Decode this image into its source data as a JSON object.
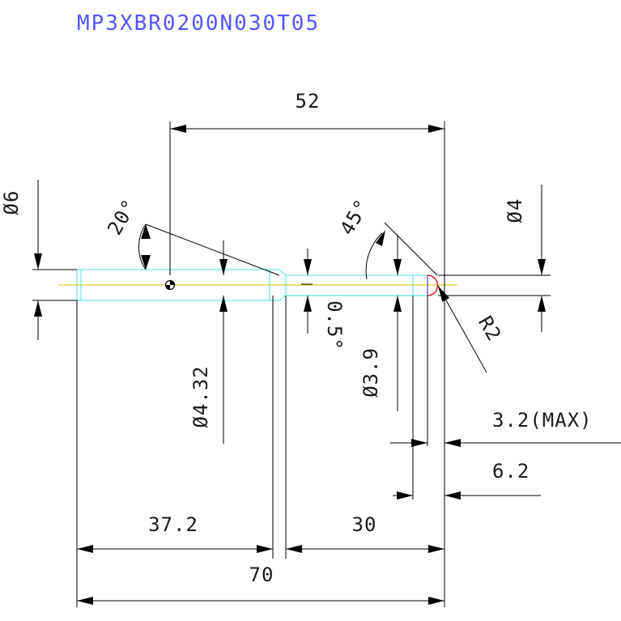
{
  "part_number": "MP3XBR0200N030T05",
  "colors": {
    "title": "#5555ff",
    "outline": "#40e0e8",
    "centerline": "#d4c000",
    "tip": "#e02020",
    "dimension": "#000000"
  },
  "dimensions": {
    "overall_length": "70",
    "top_length": "52",
    "left_length": "37.2",
    "right_length": "30",
    "dia_6": "Ø6",
    "dia_4": "Ø4",
    "dia_4_32": "Ø4.32",
    "dia_3_9": "Ø3.9",
    "angle_20": "20°",
    "angle_45": "45°",
    "taper_0_5": "0.5°",
    "radius_2": "R2",
    "len_3_2_max": "3.2(MAX)",
    "len_6_2": "6.2"
  }
}
